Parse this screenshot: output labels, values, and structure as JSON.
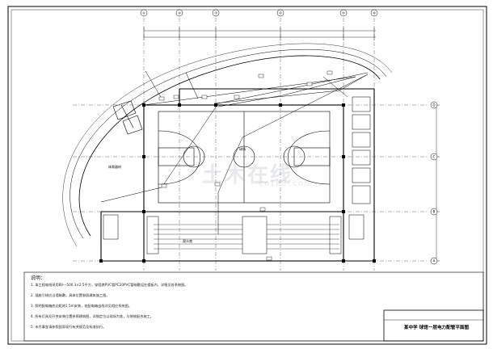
{
  "drawing": {
    "axis_labels_top": [
      "①",
      "②",
      "③",
      "④",
      "⑤",
      "⑥"
    ],
    "axis_labels_right": [
      "D",
      "C",
      "B",
      "A"
    ],
    "room_labels": {
      "court": "球场",
      "left_room": "体育器材",
      "stand": "观众席"
    },
    "notes_title": "说明：",
    "notes": [
      "1. 本工程电线采用BV—500  3×2.5平方，穿阻燃PVC管PC20PVC管暗敷设在楼板内，详细见各系统图。",
      "2. 插座引线应沿墙暗敷，具体位置参照建筑施工图。",
      "3. 照明配电箱底边距地1.5m安装，各配电箱出线详见相应系统图。",
      "4. 所有灯具及开关安装位置参照建筑图，详细定位以现场为准，与装修配合施工。",
      "5. 未尽事宜请参照国家现行有关规范及标准执行。"
    ],
    "title_block": "某中学  球馆一层电力配管平面图"
  },
  "watermark": {
    "main": "土木在线",
    "sub": "co188.com"
  }
}
